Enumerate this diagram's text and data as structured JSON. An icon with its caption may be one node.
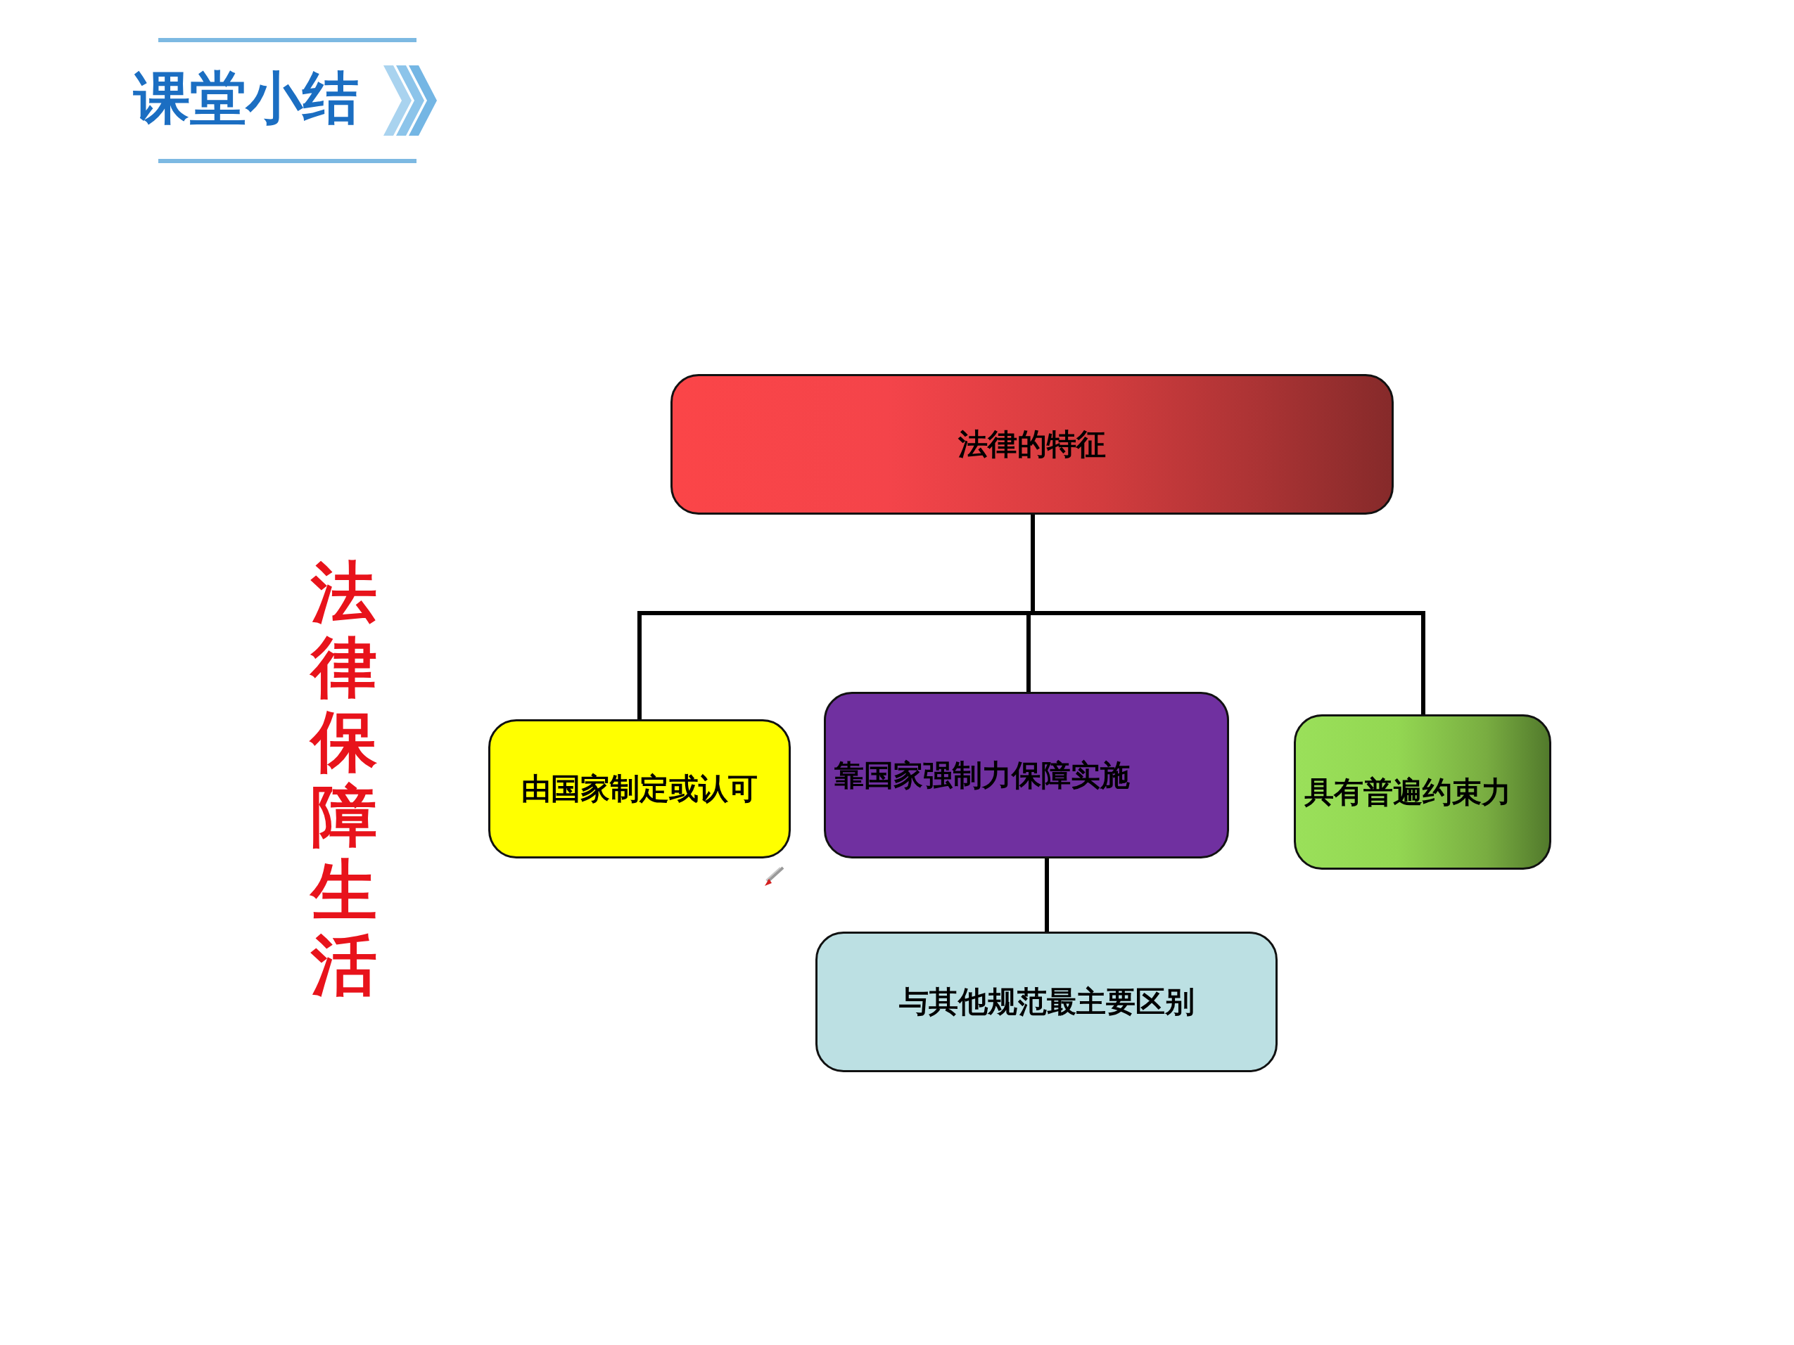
{
  "diagram": {
    "title": "课堂小结",
    "nodes": [
      {
        "text": [
          "法律的特征"
        ]
      },
      {
        "text": [
          "由国家制定或认可"
        ]
      },
      {
        "text": [
          "靠国家强制力保障实施"
        ]
      },
      {
        "text": [
          "具有普遍约束力"
        ]
      },
      {
        "text": [
          "与其他规范最主要区别"
        ]
      }
    ],
    "edges": [
      {
        "from": 0,
        "to": 1,
        "arrow": "none"
      },
      {
        "from": 0,
        "to": 2,
        "arrow": "none"
      },
      {
        "from": 0,
        "to": 3,
        "arrow": "none"
      },
      {
        "from": 2,
        "to": 4,
        "arrow": "none"
      }
    ],
    "labels": [
      "法律保障生活"
    ]
  }
}
